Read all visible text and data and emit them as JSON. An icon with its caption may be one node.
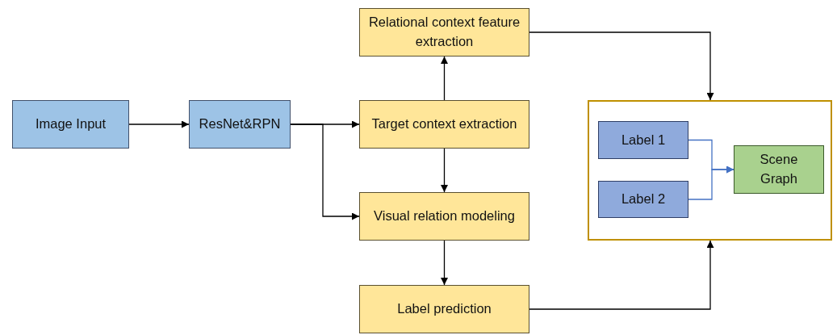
{
  "diagram": {
    "nodes": [
      {
        "text": [
          "Image Input"
        ]
      },
      {
        "text": [
          "ResNet&RPN"
        ]
      },
      {
        "text": [
          "Relational context feature extraction"
        ]
      },
      {
        "text": [
          "Target context extraction"
        ]
      },
      {
        "text": [
          "Visual relation modeling"
        ]
      },
      {
        "text": [
          "Label prediction"
        ]
      },
      {
        "text": [],
        "shape": "box"
      },
      {
        "text": [
          "Label 1"
        ],
        "in": 6
      },
      {
        "text": [
          "Label 2"
        ],
        "in": 6
      },
      {
        "text": [
          "Scene Graph"
        ],
        "in": 6
      }
    ],
    "edges": [
      {
        "from": 0,
        "to": 1,
        "arrow": "to"
      },
      {
        "from": 1,
        "to": 3,
        "arrow": "to"
      },
      {
        "from": 1,
        "to": 4,
        "arrow": "to"
      },
      {
        "from": 3,
        "to": 2,
        "arrow": "to"
      },
      {
        "from": 3,
        "to": 4,
        "arrow": "to"
      },
      {
        "from": 4,
        "to": 5,
        "arrow": "to"
      },
      {
        "from": 2,
        "to": 6,
        "arrow": "to"
      },
      {
        "from": 5,
        "to": 6,
        "arrow": "to"
      },
      {
        "from": 7,
        "to": 9,
        "arrow": "to",
        "color": "#4472c4"
      },
      {
        "from": 8,
        "to": 9,
        "arrow": "to",
        "color": "#4472c4"
      }
    ]
  }
}
